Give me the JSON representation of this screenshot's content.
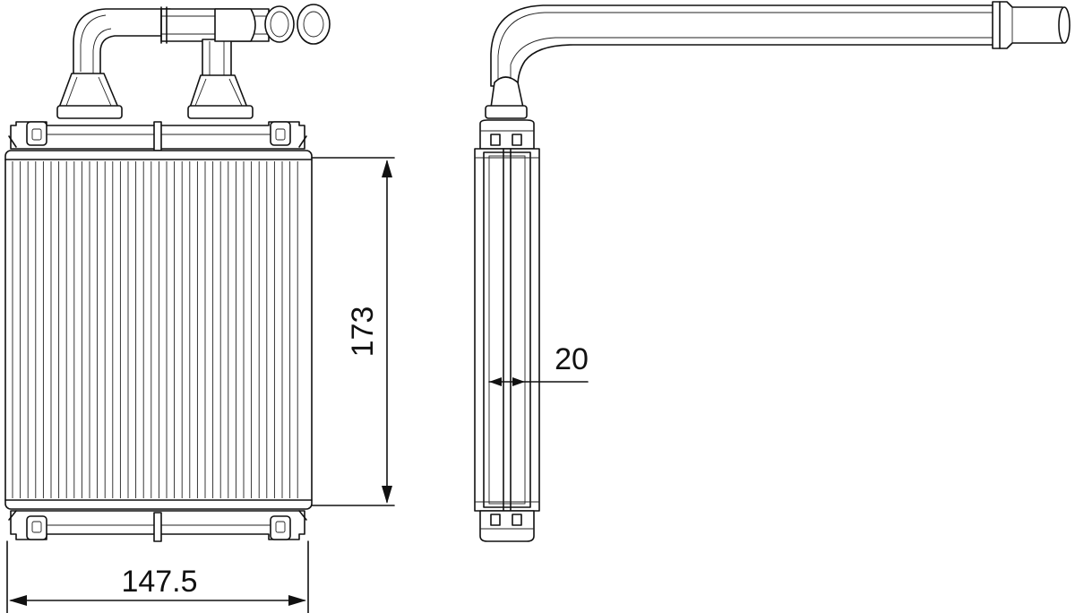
{
  "drawing": {
    "dimensions": {
      "width": "147.5",
      "height": "173",
      "depth": "20"
    },
    "colors": {
      "line": "#111111",
      "background": "#ffffff"
    }
  }
}
